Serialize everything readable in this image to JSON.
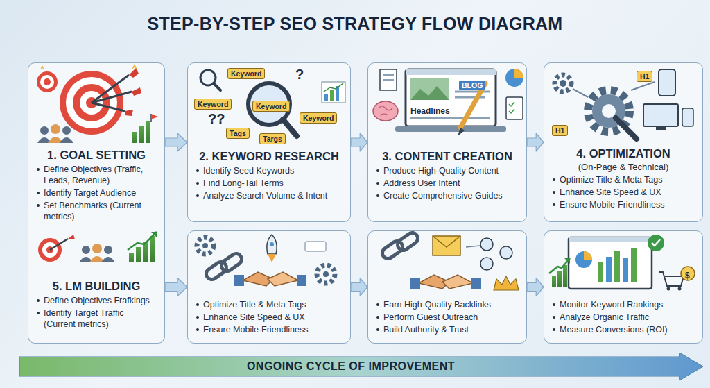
{
  "diagram": {
    "title": "STEP-BY-STEP SEO STRATEGY FLOW DIAGRAM",
    "nodes": [
      {
        "text": [
          "1. GOAL SETTING",
          "Define Objectives (Traffic, Leads, Revenue)",
          "Identify Target Audience",
          "Set Benchmarks (Current metrics)"
        ]
      },
      {
        "text": [
          "2. KEYWORD RESEARCH",
          "Identify Seed Keywords",
          "Find Long-Tail Terms",
          "Analyze Search Volume & Intent"
        ]
      },
      {
        "text": [
          "3. CONTENT CREATION",
          "Produce High-Quality Content",
          "Address User Intent",
          "Create Comprehensive Guides"
        ]
      },
      {
        "text": [
          "4. OPTIMIZATION",
          "(On-Page & Technical)",
          "Optimize Title & Meta Tags",
          "Enhance Site Speed & UX",
          "Ensure Mobile-Friendliness"
        ]
      },
      {
        "text": [
          "5. LM BUILDING",
          "Define Objectives Frafkings",
          "Identify Target Traffic (Current metrics)"
        ]
      },
      {
        "text": [
          "Optimize Title & Meta Tags",
          "Enhance Site Speed & UX",
          "Ensure Mobile-Friendliness"
        ]
      },
      {
        "text": [
          "Earn High-Quality Backlinks",
          "Perform Guest Outreach",
          "Build Authority & Trust"
        ]
      },
      {
        "text": [
          "Monitor Keyword Rankings",
          "Analyze Organic Traffic",
          "Measure Conversions (ROI)"
        ]
      },
      {
        "text": [
          "ONGOING CYCLE OF IMPROVEMENT"
        ]
      }
    ],
    "edges": [
      {
        "from": 0,
        "to": 1,
        "arrow": "to"
      },
      {
        "from": 1,
        "to": 2,
        "arrow": "to"
      },
      {
        "from": 2,
        "to": 3,
        "arrow": "to"
      },
      {
        "from": 4,
        "to": 5,
        "arrow": "to"
      },
      {
        "from": 5,
        "to": 6,
        "arrow": "to"
      },
      {
        "from": 6,
        "to": 7,
        "arrow": "to"
      }
    ],
    "labels": [
      "Keyword",
      "Keyword",
      "Keyword",
      "Keyword",
      "Tags",
      "Targs",
      "?",
      "??",
      "BLOG",
      "Headlines",
      "H1",
      "H1",
      "$"
    ]
  }
}
